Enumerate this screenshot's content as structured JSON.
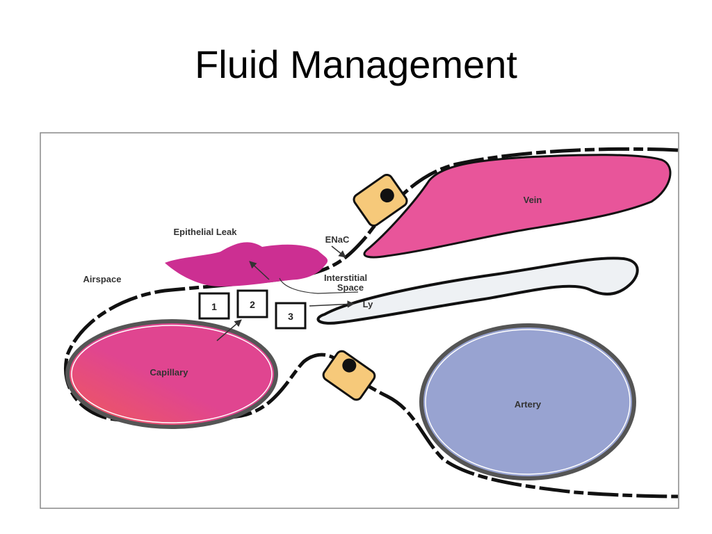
{
  "title": "Fluid Management",
  "diagram": {
    "labels": {
      "vein": "Vein",
      "epithelial_leak": "Epithelial Leak",
      "enac": "ENaC",
      "airspace": "Airspace",
      "interstitial_line1": "Interstitial",
      "interstitial_line2": "Space",
      "ly": "Ly",
      "capillary": "Capillary",
      "artery": "Artery"
    },
    "numbered_boxes": [
      "1",
      "2",
      "3"
    ],
    "colors": {
      "vein": "#e8559a",
      "capillary": "#e04590",
      "capillary_edge": "#ef5a5a",
      "artery": "#98a3d1",
      "epithelial_leak": "#cc2f92",
      "cell": "#f6c97a",
      "interstitial": "#eef1f4"
    }
  }
}
